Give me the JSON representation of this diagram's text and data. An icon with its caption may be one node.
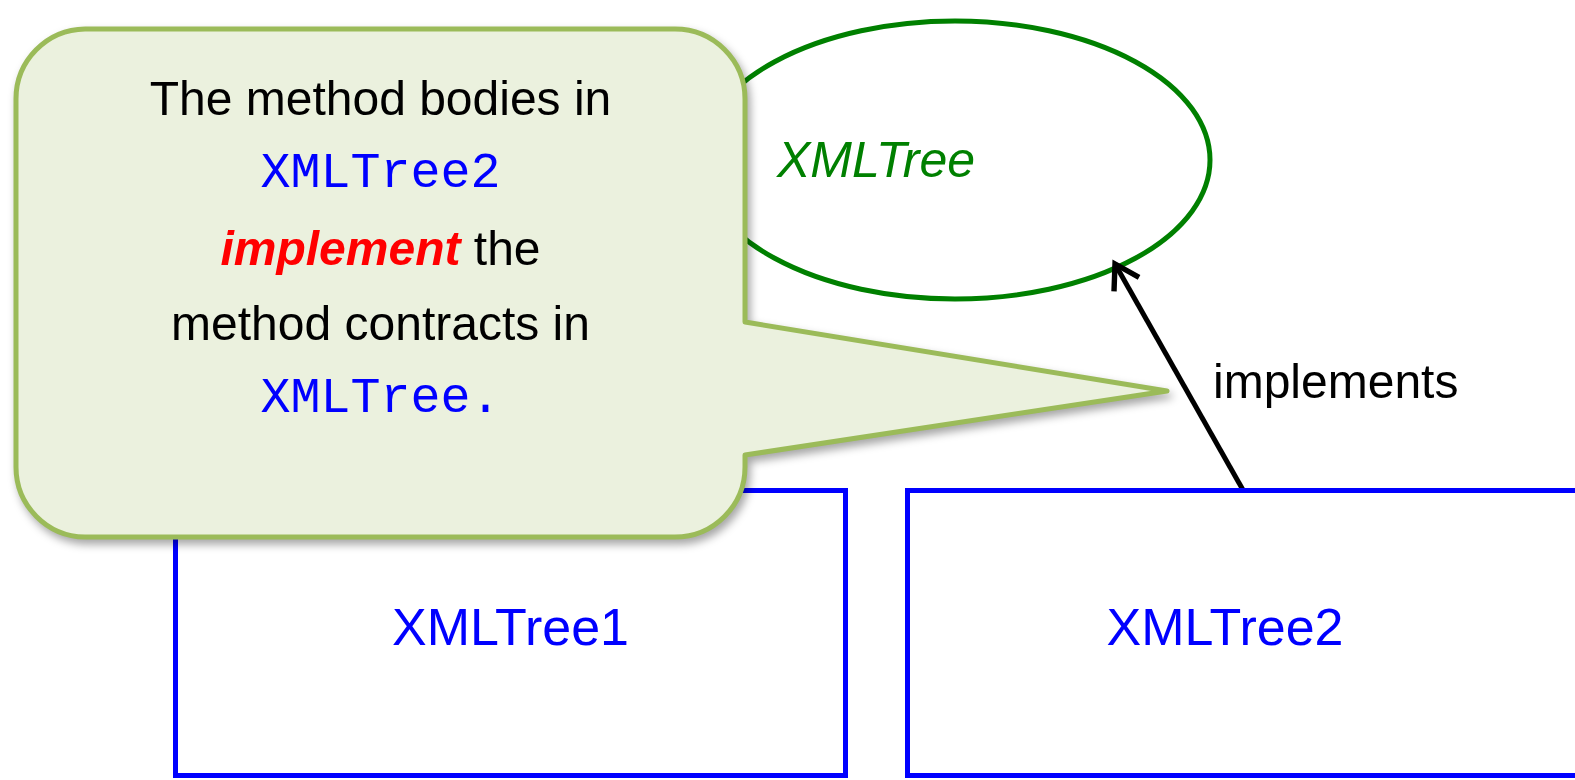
{
  "diagram": {
    "nodes": [
      {
        "text": [
          "XMLTree"
        ]
      },
      {
        "text": [
          "XMLTree1"
        ]
      },
      {
        "text": [
          "XMLTree2"
        ]
      },
      {
        "text": [
          "The method bodies in",
          "XMLTree2",
          "**implement** the method contracts in",
          "XMLTree."
        ]
      }
    ],
    "edges": [
      {
        "from": 2,
        "to": 0,
        "arrow": "to",
        "label": "implements"
      }
    ]
  }
}
